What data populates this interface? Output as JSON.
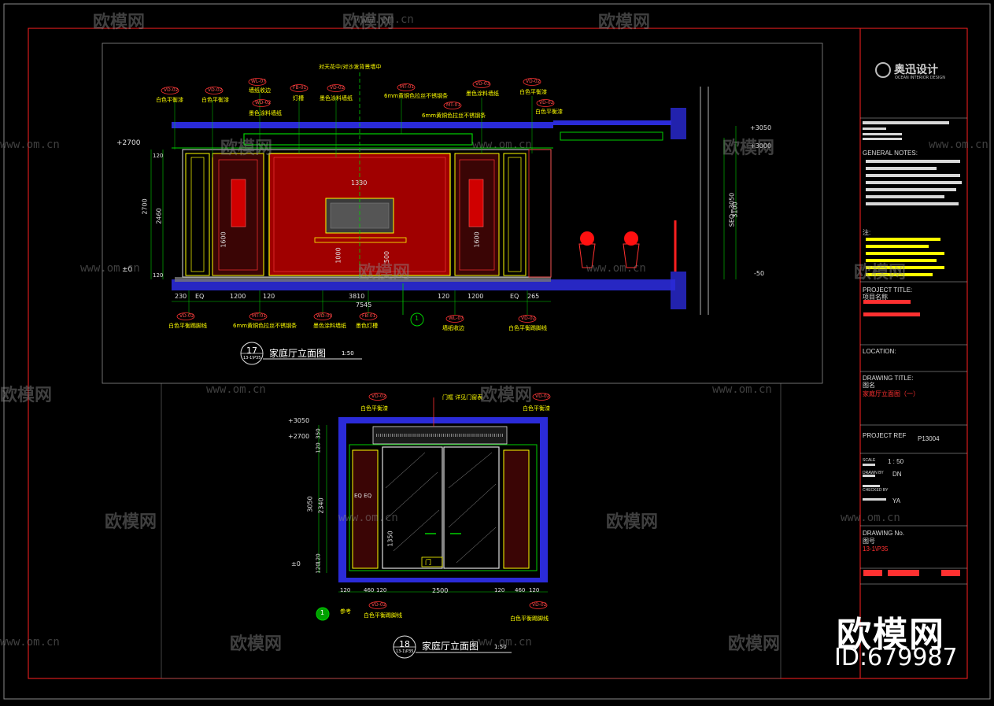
{
  "drawing1": {
    "number": "17",
    "sheet": "13-1\\P35",
    "title": "家庭厅立面图",
    "scale": "1:50",
    "top_note": "对天花中/对沙发背景墙中",
    "level_top": "+2700",
    "level_zero": "±0",
    "level_top_right_a": "+3050",
    "level_top_right_b": "+3000",
    "level_bottom_right": "-50",
    "dim_bottom": [
      "230",
      "EQ",
      "1200",
      "120",
      "3810",
      "120",
      "1200",
      "EQ",
      "265"
    ],
    "dim_total": "7545",
    "dim_left": [
      "120",
      "2700",
      "2460",
      "120"
    ],
    "dim_inner": [
      "1330",
      "1600",
      "1600",
      "1000",
      "500"
    ],
    "dim_right": [
      "SEQ=3050",
      "3100"
    ],
    "tags_top": [
      "VD-02",
      "VD-02",
      "WL-07",
      "FB-01",
      "VD-02",
      "MT-01",
      "VD-03",
      "VD-02",
      "WD-02",
      "MT-01",
      "VD-02"
    ],
    "notes_top": [
      "白色平衡漆",
      "白色平衡漆",
      "墙纸收边",
      "灯槽",
      "墨色涂料墙纸",
      "6mm黄铜色拉丝不锈钢条",
      "墨色涂料墙纸",
      "白色平衡漆",
      "墨色涂料墙纸",
      "6mm黄铜色拉丝不锈钢条",
      "白色平衡漆"
    ],
    "tags_bottom": [
      "VD-02",
      "MT-01",
      "WD-03",
      "FB-01",
      "WL-07",
      "VD-02"
    ],
    "notes_bottom": [
      "白色平衡踢脚线",
      "6mm黄铜色拉丝不锈钢条",
      "墨色涂料墙纸",
      "墨色灯槽",
      "墙纸收边",
      "白色平衡踢脚线"
    ],
    "section_mark": "1"
  },
  "drawing2": {
    "number": "18",
    "sheet": "13-1\\P35",
    "title": "家庭厅立面图",
    "scale": "1:50",
    "top_note": "门框 详见门窗表",
    "level_top": "+3050",
    "level_mid": "+2700",
    "level_zero": "±0",
    "dim_left": [
      "120",
      "350",
      "3050",
      "2340",
      "1350",
      "120",
      "120"
    ],
    "dim_bottom": [
      "120",
      "460",
      "120",
      "2500",
      "120",
      "460",
      "120"
    ],
    "tags": [
      "VD-02",
      "VD-02",
      "VD-02",
      "VD-02"
    ],
    "notes": [
      "白色平衡漆",
      "白色平衡漆",
      "白色平衡踢脚线",
      "白色平衡踢脚线"
    ],
    "door_label": "门",
    "eq_label": "EQ EQ",
    "ref_mark": "参考",
    "ref_num": "1"
  },
  "title_block": {
    "company_cn": "奥迅设计",
    "company_en": "OCEAN INTERIOR DESIGN",
    "general_notes": "GENERAL NOTES:",
    "note_cn": "注:",
    "project_title": "PROJECT TITLE:",
    "project_title_cn": "项目名称",
    "location": "LOCATION:",
    "drawing_title": "DRAWING TITLE:",
    "drawing_title_cn": "图名",
    "drawing_title_value": "家庭厅立面图（一）",
    "project_ref": "PROJECT REF",
    "project_ref_value": "P13004",
    "scale_label": "SCALE",
    "scale_value": "1 : 50",
    "drawn_by": "DRAWN BY",
    "drawn_by_value": "DN",
    "checked_by": "CHECKED BY",
    "checked_by_value": "YA",
    "drawing_no": "DRAWING No.",
    "drawing_no_cn": "图号",
    "drawing_no_value": "13-1\\P35"
  },
  "watermark": {
    "brand": "欧模网",
    "url": "www.om.cn",
    "id": "ID:679987"
  },
  "colors": {
    "frame_red": "#ff2020",
    "wall_blue": "#2b2bd8",
    "dim_green": "#00d000",
    "note_yellow": "#ffff00",
    "tag_red": "#ff3030",
    "panel_red": "#c40000",
    "line_white": "#e0e0e0"
  }
}
